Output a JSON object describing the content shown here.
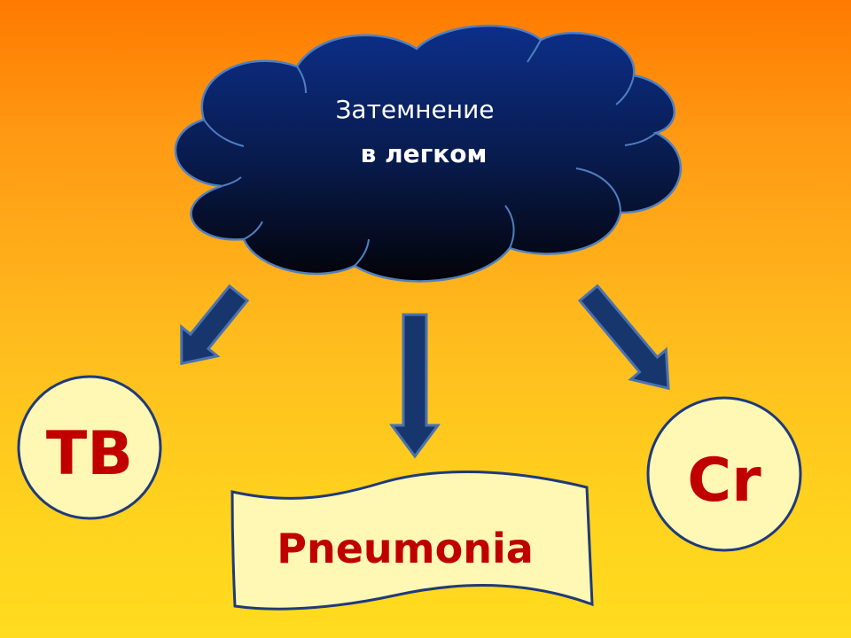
{
  "cloud": {
    "line1": "Затемнение",
    "line2": "в легком"
  },
  "nodes": {
    "left": "TB",
    "right": "Cr",
    "bottom": "Pneumonia"
  },
  "colors": {
    "cloud_fill_top": "#0d2f8a",
    "cloud_fill_bottom": "#050510",
    "cloud_stroke": "#4f7fc0",
    "arrow_fill": "#17366e",
    "arrow_stroke": "#4a72b0",
    "node_fill": "#fff8b4",
    "node_stroke": "#1f3a7a",
    "node_text": "#c00000"
  }
}
